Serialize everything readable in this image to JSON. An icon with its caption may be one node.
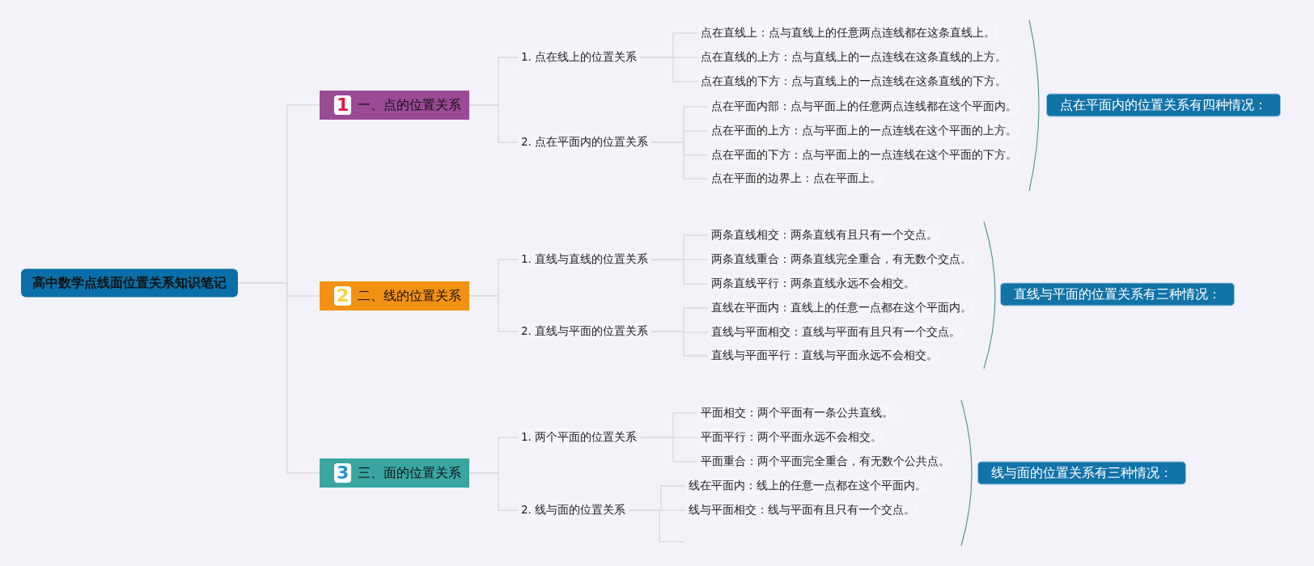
{
  "diagram": {
    "nodes": [
      {
        "text": [
          "高中数学点线面位置关系知识笔记"
        ]
      },
      {
        "text": [
          "1",
          "一、点的位置关系"
        ]
      },
      {
        "text": [
          "1. 点在线上的位置关系"
        ]
      },
      {
        "text": [
          "点在直线上：点与直线上的任意两点连线都在这条直线上。"
        ]
      },
      {
        "text": [
          "点在直线的上方：点与直线上的一点连线在这条直线的上方。"
        ]
      },
      {
        "text": [
          "点在直线的下方：点与直线上的一点连线在这条直线的下方。"
        ]
      },
      {
        "text": [
          "2. 点在平面内的位置关系"
        ]
      },
      {
        "text": [
          "点在平面内部：点与平面上的任意两点连线都在这个平面内。"
        ]
      },
      {
        "text": [
          "点在平面的上方：点与平面上的一点连线在这个平面的上方。"
        ]
      },
      {
        "text": [
          "点在平面的下方：点与平面上的一点连线在这个平面的下方。"
        ]
      },
      {
        "text": [
          "点在平面的边界上：点在平面上。"
        ]
      },
      {
        "text": [
          "2",
          "二、线的位置关系"
        ]
      },
      {
        "text": [
          "1. 直线与直线的位置关系"
        ]
      },
      {
        "text": [
          "两条直线相交：两条直线有且只有一个交点。"
        ]
      },
      {
        "text": [
          "两条直线重合：两条直线完全重合，有无数个交点。"
        ]
      },
      {
        "text": [
          "两条直线平行：两条直线永远不会相交。"
        ]
      },
      {
        "text": [
          "2. 直线与平面的位置关系"
        ]
      },
      {
        "text": [
          "直线在平面内：直线上的任意一点都在这个平面内。"
        ]
      },
      {
        "text": [
          "直线与平面相交：直线与平面有且只有一个交点。"
        ]
      },
      {
        "text": [
          "直线与平面平行：直线与平面永远不会相交。"
        ]
      },
      {
        "text": [
          "3",
          "三、面的位置关系"
        ]
      },
      {
        "text": [
          "1. 两个平面的位置关系"
        ]
      },
      {
        "text": [
          "平面相交：两个平面有一条公共直线。"
        ]
      },
      {
        "text": [
          "平面平行：两个平面永远不会相交。"
        ]
      },
      {
        "text": [
          "平面重合：两个平面完全重合，有无数个公共点。"
        ]
      },
      {
        "text": [
          "2. 线与面的位置关系"
        ]
      },
      {
        "text": [
          "线在平面内：线上的任意一点都在这个平面内。"
        ]
      },
      {
        "text": [
          "线与平面相交：线与平面有且只有一个交点。"
        ]
      },
      {
        "text": [
          "点在平面内的位置关系有四种情况："
        ]
      },
      {
        "text": [
          "直线与平面的位置关系有三种情况："
        ]
      },
      {
        "text": [
          "线与面的位置关系有三种情况："
        ]
      }
    ],
    "edges": [
      {
        "from": 0,
        "to": 1,
        "arrow": "none"
      },
      {
        "from": 1,
        "to": 2,
        "arrow": "none"
      },
      {
        "from": 2,
        "to": 3,
        "arrow": "none"
      },
      {
        "from": 2,
        "to": 4,
        "arrow": "none"
      },
      {
        "from": 2,
        "to": 5,
        "arrow": "none"
      },
      {
        "from": 1,
        "to": 6,
        "arrow": "none"
      },
      {
        "from": 6,
        "to": 7,
        "arrow": "none"
      },
      {
        "from": 6,
        "to": 8,
        "arrow": "none"
      },
      {
        "from": 6,
        "to": 9,
        "arrow": "none"
      },
      {
        "from": 6,
        "to": 10,
        "arrow": "none"
      },
      {
        "from": 0,
        "to": 11,
        "arrow": "none"
      },
      {
        "from": 11,
        "to": 12,
        "arrow": "none"
      },
      {
        "from": 12,
        "to": 13,
        "arrow": "none"
      },
      {
        "from": 12,
        "to": 14,
        "arrow": "none"
      },
      {
        "from": 12,
        "to": 15,
        "arrow": "none"
      },
      {
        "from": 11,
        "to": 16,
        "arrow": "none"
      },
      {
        "from": 16,
        "to": 17,
        "arrow": "none"
      },
      {
        "from": 16,
        "to": 18,
        "arrow": "none"
      },
      {
        "from": 16,
        "to": 19,
        "arrow": "none"
      },
      {
        "from": 0,
        "to": 20,
        "arrow": "none"
      },
      {
        "from": 20,
        "to": 21,
        "arrow": "none"
      },
      {
        "from": 21,
        "to": 22,
        "arrow": "none"
      },
      {
        "from": 21,
        "to": 23,
        "arrow": "none"
      },
      {
        "from": 21,
        "to": 24,
        "arrow": "none"
      },
      {
        "from": 20,
        "to": 25,
        "arrow": "none"
      },
      {
        "from": 25,
        "to": 26,
        "arrow": "none"
      },
      {
        "from": 25,
        "to": 27,
        "arrow": "none"
      },
      {
        "from": 25,
        "to": null,
        "arrow": "none"
      }
    ]
  }
}
